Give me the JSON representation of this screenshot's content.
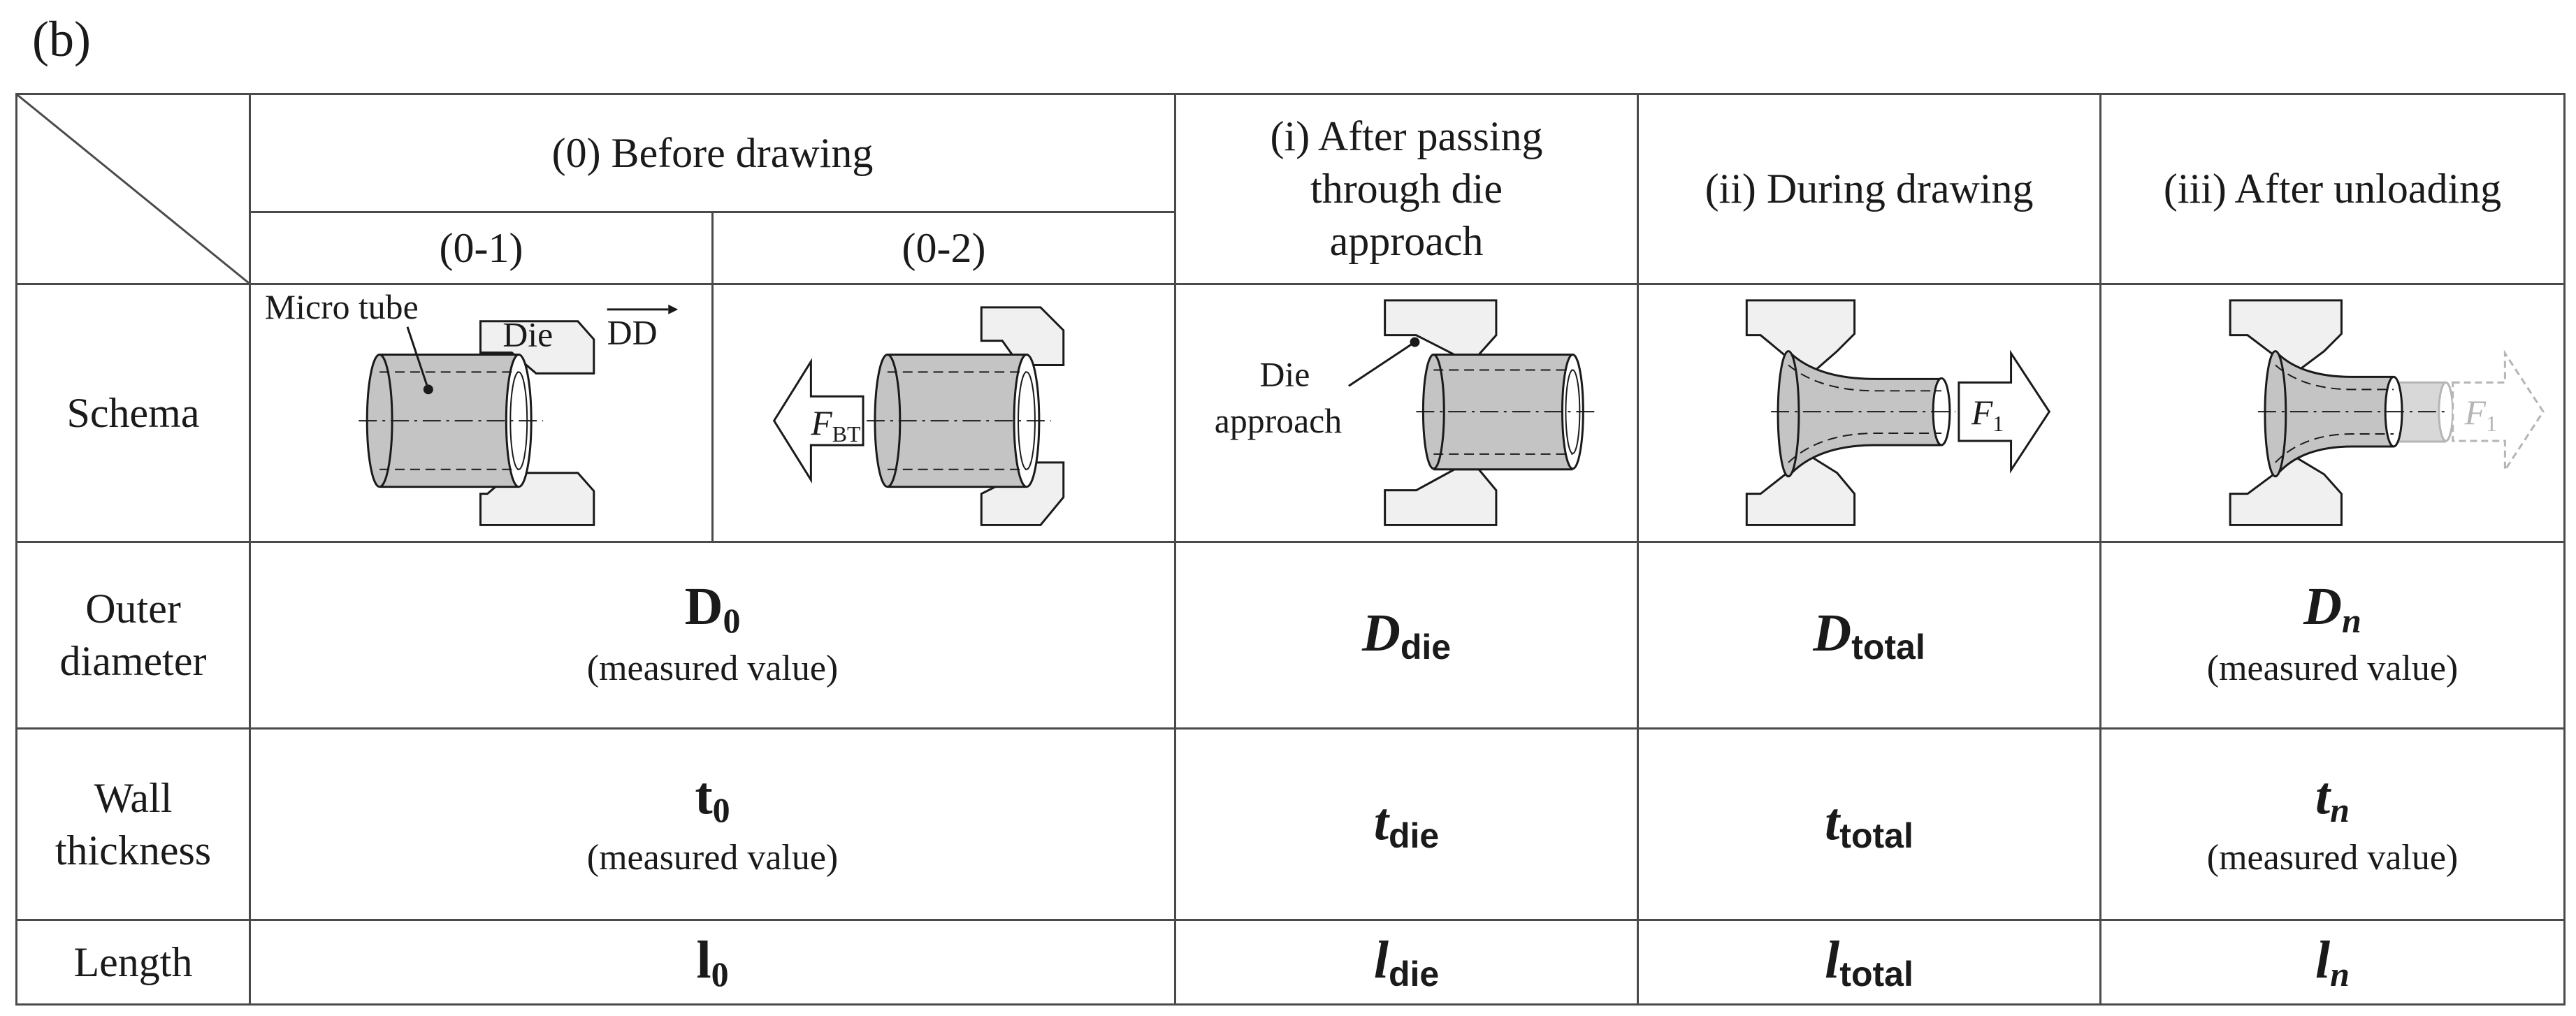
{
  "panel_label": "(b)",
  "header": {
    "before": "(0) Before drawing",
    "sub01": "(0-1)",
    "sub02": "(0-2)",
    "after_die": [
      "(i) After passing",
      "through die",
      "approach"
    ],
    "during": "(ii) During drawing",
    "after_unload": "(iii) After unloading"
  },
  "rows": {
    "schema": "Schema",
    "outer": [
      "Outer",
      "diameter"
    ],
    "wall": [
      "Wall",
      "thickness"
    ],
    "length": "Length"
  },
  "schema_labels": {
    "micro_tube": "Micro tube",
    "die": "Die",
    "dd": "DD",
    "f_bt_main": "F",
    "f_bt_sub": "BT",
    "die_approach": [
      "Die",
      "approach"
    ],
    "f1_main": "F",
    "f1_sub": "1"
  },
  "outer_diameter": {
    "d0": {
      "main": "D",
      "sub": "0",
      "note": "(measured value)"
    },
    "ddie": {
      "main": "D",
      "sub": "die"
    },
    "dtotal": {
      "main": "D",
      "sub": "total"
    },
    "dn": {
      "main": "D",
      "sub": "n",
      "note": "(measured value)"
    }
  },
  "wall_thickness": {
    "t0": {
      "main": "t",
      "sub": "0",
      "note": "(measured value)"
    },
    "tdie": {
      "main": "t",
      "sub": "die"
    },
    "ttotal": {
      "main": "t",
      "sub": "total"
    },
    "tn": {
      "main": "t",
      "sub": "n",
      "note": "(measured value)"
    }
  },
  "length": {
    "l0": {
      "main": "l",
      "sub": "0"
    },
    "ldie": {
      "main": "l",
      "sub": "die"
    },
    "ltotal": {
      "main": "l",
      "sub": "total"
    },
    "ln": {
      "main": "l",
      "sub": "n"
    }
  },
  "colors": {
    "tube_fill": "#c4c4c4",
    "die_fill": "#f0f0f0",
    "line": "#1a1a1a",
    "faded": "#b5b5b5"
  }
}
